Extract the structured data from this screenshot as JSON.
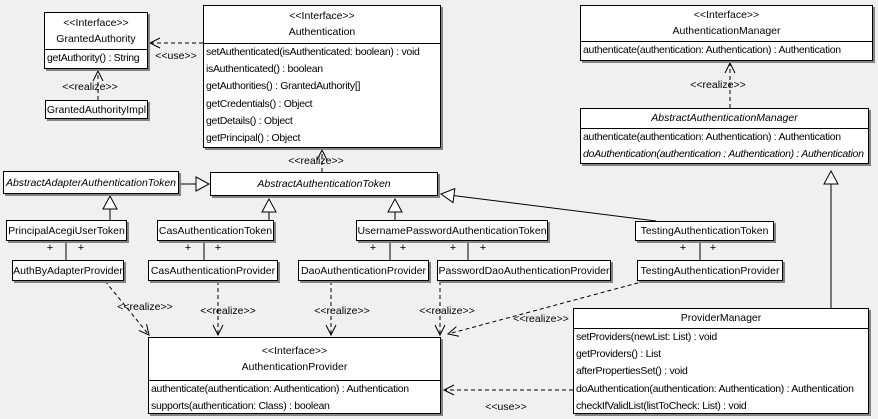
{
  "diagram": {
    "background": "#f0f0f0",
    "line_color": "#000000",
    "box_fill": "#ffffff",
    "shadow_color": "#848484",
    "edge_labels": {
      "use": "<<use>>",
      "realize": "<<realize>>",
      "plus": "+"
    }
  },
  "classes": {
    "granted_authority": {
      "stereotype": "<<Interface>>",
      "name": "GrantedAuthority",
      "methods": [
        "getAuthority() : String"
      ]
    },
    "granted_authority_impl": {
      "name": "GrantedAuthorityImpl"
    },
    "authentication": {
      "stereotype": "<<Interface>>",
      "name": "Authentication",
      "methods": [
        "setAuthenticated(isAuthenticated: boolean) : void",
        "isAuthenticated() : boolean",
        "getAuthorities() : GrantedAuthority[]",
        "getCredentials() : Object",
        "getDetails() : Object",
        "getPrincipal() : Object"
      ]
    },
    "authentication_manager": {
      "stereotype": "<<Interface>>",
      "name": "AuthenticationManager",
      "methods": [
        "authenticate(authentication: Authentication) : Authentication"
      ]
    },
    "abstract_authentication_manager": {
      "name": "AbstractAuthenticationManager",
      "methods": [
        "authenticate(authentication: Authentication) : Authentication",
        "doAuthentication(authentication : Authentication) : Authentication"
      ]
    },
    "abstract_adapter_authentication_token": {
      "name": "AbstractAdapterAuthenticationToken"
    },
    "abstract_authentication_token": {
      "name": "AbstractAuthenticationToken"
    },
    "principal_acegi_user_token": {
      "name": "PrincipalAcegiUserToken"
    },
    "cas_authentication_token": {
      "name": "CasAuthenticationToken"
    },
    "username_password_authentication_token": {
      "name": "UsernamePasswordAuthenticationToken"
    },
    "testing_authentication_token": {
      "name": "TestingAuthenticationToken"
    },
    "auth_by_adapter_provider": {
      "name": "AuthByAdapterProvider"
    },
    "cas_authentication_provider": {
      "name": "CasAuthenticationProvider"
    },
    "dao_authentication_provider": {
      "name": "DaoAuthenticationProvider"
    },
    "password_dao_authentication_provider": {
      "name": "PasswordDaoAuthenticationProvider"
    },
    "testing_authentication_provider": {
      "name": "TestingAuthenticationProvider"
    },
    "authentication_provider": {
      "stereotype": "<<Interface>>",
      "name": "AuthenticationProvider",
      "methods": [
        "authenticate(authentication: Authentication) : Authentication",
        "supports(authentication: Class) : boolean"
      ]
    },
    "provider_manager": {
      "name": "ProviderManager",
      "methods": [
        "setProviders(newList: List) : void",
        "getProviders() : List",
        "afterPropertiesSet() : void",
        "doAuthentication(authentication: Authentication) : Authentication",
        "checkIfValidList(listToCheck: List) : void"
      ]
    }
  }
}
